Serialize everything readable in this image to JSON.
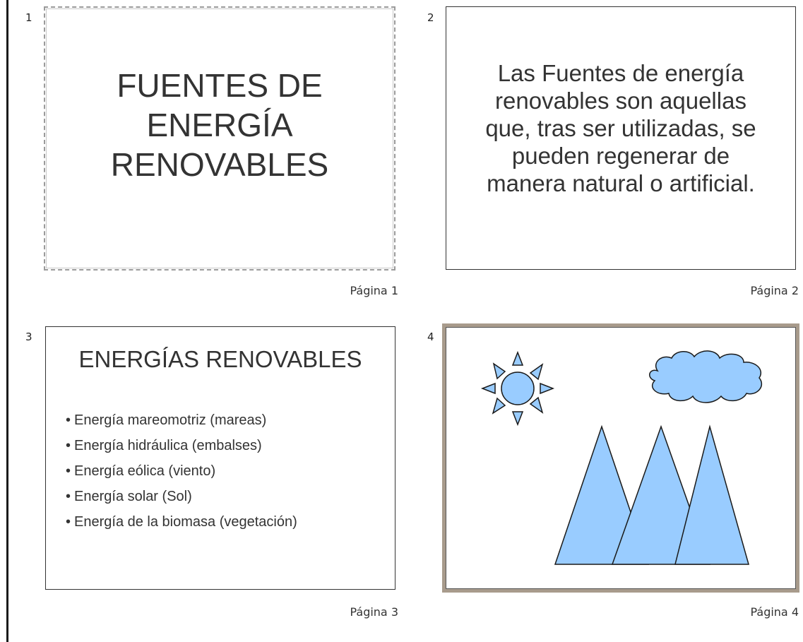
{
  "slides": [
    {
      "number": "1",
      "page_label": "Página 1",
      "title_lines": [
        "FUENTES DE",
        "ENERGÍA",
        "RENOVABLES"
      ]
    },
    {
      "number": "2",
      "page_label": "Página 2",
      "text_lines": [
        "Las Fuentes de energía",
        "renovables son aquellas",
        "que, tras ser utilizadas, se",
        "pueden regenerar de",
        "manera natural o artificial."
      ]
    },
    {
      "number": "3",
      "page_label": "Página 3",
      "title": "ENERGÍAS RENOVABLES",
      "bullet_char": "•",
      "bullets": [
        "Energía mareomotriz (mareas)",
        "Energía hidráulica (embalses)",
        "Energía eólica (viento)",
        "Energía solar (Sol)",
        "Energía de la biomasa (vegetación)"
      ]
    },
    {
      "number": "4",
      "page_label": "Página 4",
      "shapes": [
        "sun-icon",
        "cloud-shape",
        "mountain-shape",
        "mountain-shape",
        "mountain-shape"
      ]
    }
  ],
  "colors": {
    "shape_fill": "#99ccff",
    "shape_stroke": "#1a1a1a",
    "current_frame": "#a89b8c",
    "text": "#333333"
  }
}
